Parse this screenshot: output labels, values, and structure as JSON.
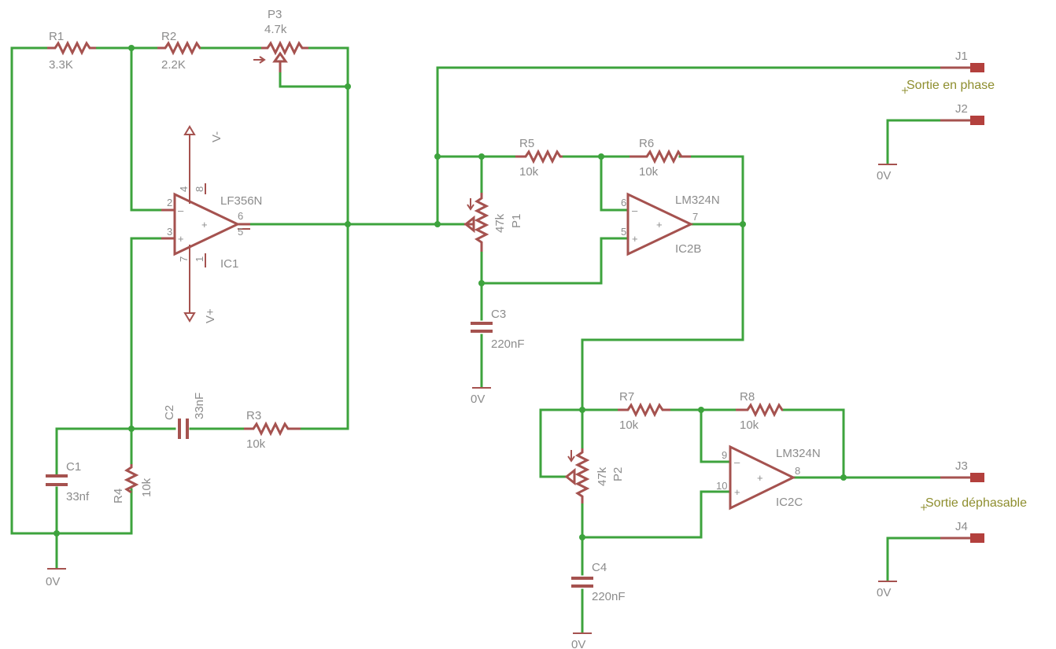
{
  "resistors": {
    "r1": {
      "name": "R1",
      "value": "3.3K"
    },
    "r2": {
      "name": "R2",
      "value": "2.2K"
    },
    "r3": {
      "name": "R3",
      "value": "10k"
    },
    "r4": {
      "name": "R4",
      "value": "10k"
    },
    "r5": {
      "name": "R5",
      "value": "10k"
    },
    "r6": {
      "name": "R6",
      "value": "10k"
    },
    "r7": {
      "name": "R7",
      "value": "10k"
    },
    "r8": {
      "name": "R8",
      "value": "10k"
    }
  },
  "potentiometers": {
    "p1": {
      "name": "P1",
      "value": "47k"
    },
    "p2": {
      "name": "P2",
      "value": "47k"
    },
    "p3": {
      "name": "P3",
      "value": "4.7k"
    }
  },
  "capacitors": {
    "c1": {
      "name": "C1",
      "value": "33nf"
    },
    "c2": {
      "name": "C2",
      "value": "33nF"
    },
    "c3": {
      "name": "C3",
      "value": "220nF"
    },
    "c4": {
      "name": "C4",
      "value": "220nF"
    }
  },
  "opamps": {
    "ic1": {
      "name": "IC1",
      "value": "LF356N",
      "pins": [
        "2",
        "3",
        "6",
        "4",
        "8",
        "7",
        "1",
        "5"
      ]
    },
    "ic2b": {
      "name": "IC2B",
      "value": "LM324N",
      "pins": [
        "6",
        "5",
        "7"
      ]
    },
    "ic2c": {
      "name": "IC2C",
      "value": "LM324N",
      "pins": [
        "9",
        "10",
        "8"
      ]
    }
  },
  "supplies": {
    "vneg": "V-",
    "vpos": "V+"
  },
  "grounds": {
    "label": "0V"
  },
  "connectors": {
    "j1": "J1",
    "j2": "J2",
    "j3": "J3",
    "j4": "J4"
  },
  "net_labels": {
    "in_phase": "Sortie en phase",
    "phase_shift": "Sortie déphasable"
  },
  "colors": {
    "wire": "#3da33d",
    "part": "#a5524f",
    "label": "#8c8c8c",
    "net_label": "#8e8e2e",
    "background": "#ffffff"
  }
}
